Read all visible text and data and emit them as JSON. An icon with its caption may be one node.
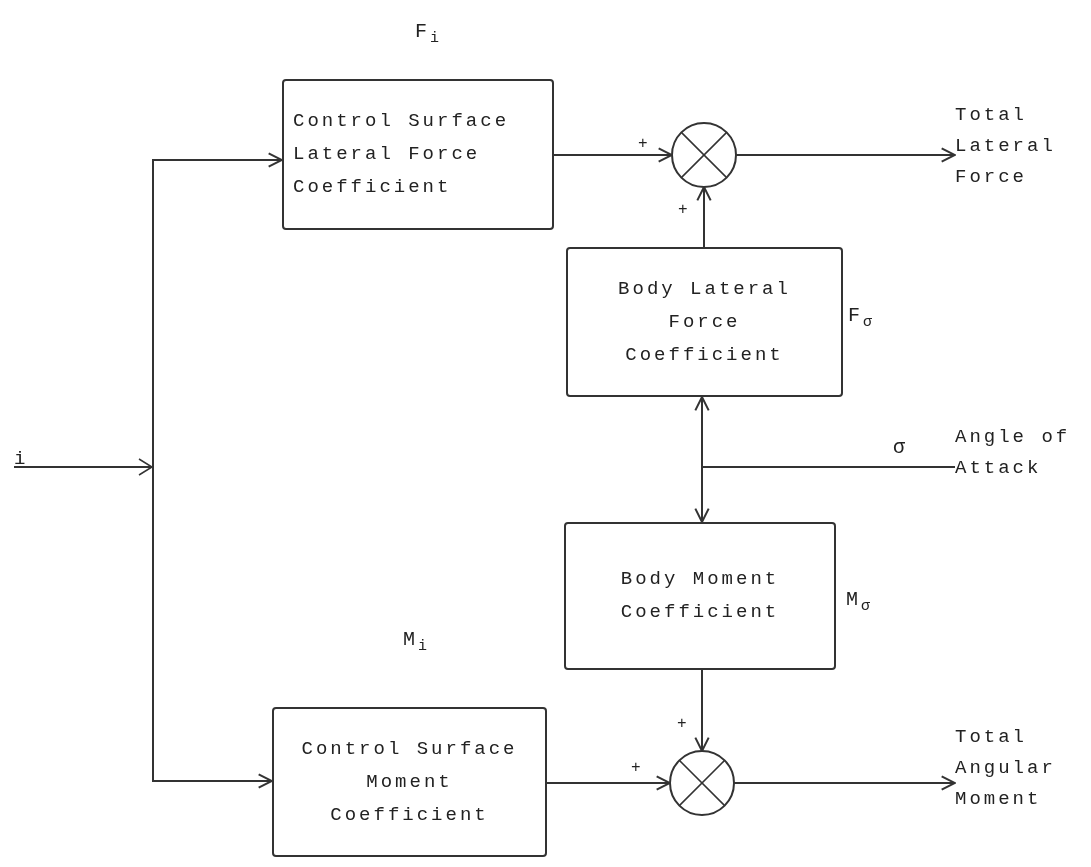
{
  "diagram": {
    "nodes": [
      {
        "text": [
          "Control Surface Lateral Force Coefficient"
        ],
        "beside": [
          "F$_{i}$"
        ]
      },
      {
        "text": [],
        "shape": "circle"
      },
      {
        "text": [
          "Total Lateral Force"
        ]
      },
      {
        "text": [
          "Body Lateral Force Coefficient"
        ],
        "beside": [
          "F$_{σ}$"
        ]
      },
      {
        "text": [
          "Angle of Attack"
        ],
        "beside": [
          "σ"
        ]
      },
      {
        "text": [
          "i"
        ]
      },
      {
        "text": [
          "Body Moment Coefficient"
        ],
        "beside": [
          "M$_{σ}$"
        ]
      },
      {
        "text": [
          "Control Surface Moment Coefficient"
        ],
        "beside": [
          "M$_{i}$"
        ]
      },
      {
        "text": [],
        "shape": "circle"
      },
      {
        "text": [
          "Total Angular Moment"
        ]
      }
    ],
    "edges": [
      {
        "from": 5,
        "to": 0,
        "arrow": "to"
      },
      {
        "from": 5,
        "to": 7,
        "arrow": "to"
      },
      {
        "from": 0,
        "to": 1,
        "arrow": "to",
        "label": "+"
      },
      {
        "from": 3,
        "to": 1,
        "arrow": "to",
        "label": "+"
      },
      {
        "from": 1,
        "to": 2,
        "arrow": "to"
      },
      {
        "from": 4,
        "to": 3,
        "arrow": "to"
      },
      {
        "from": 4,
        "to": 6,
        "arrow": "to"
      },
      {
        "from": 6,
        "to": 8,
        "arrow": "to",
        "label": "+"
      },
      {
        "from": 7,
        "to": 8,
        "arrow": "to",
        "label": "+"
      },
      {
        "from": 8,
        "to": 9,
        "arrow": "to"
      }
    ]
  }
}
